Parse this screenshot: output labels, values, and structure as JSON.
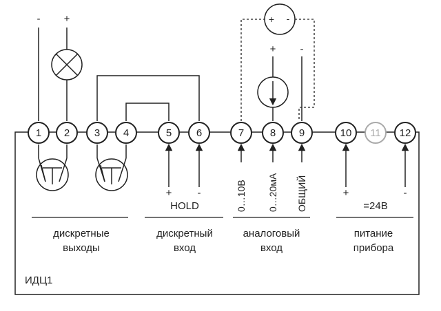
{
  "terminals": [
    {
      "label": "1",
      "active": true
    },
    {
      "label": "2",
      "active": true
    },
    {
      "label": "3",
      "active": true
    },
    {
      "label": "4",
      "active": true
    },
    {
      "label": "5",
      "active": true
    },
    {
      "label": "6",
      "active": true
    },
    {
      "label": "7",
      "active": true
    },
    {
      "label": "8",
      "active": true
    },
    {
      "label": "9",
      "active": true
    },
    {
      "label": "10",
      "active": true
    },
    {
      "label": "11",
      "active": false
    },
    {
      "label": "12",
      "active": true
    }
  ],
  "top_signs": {
    "lamp_minus": "-",
    "lamp_plus": "+",
    "source_plus": "+",
    "source_minus": "-"
  },
  "bottom_signs": {
    "hold_plus": "+",
    "hold_minus": "-",
    "power_plus": "+",
    "power_minus": "-"
  },
  "hold_label": "HOLD",
  "voltage_label": "0…10В",
  "current_label": "0…20мА",
  "common_label": "ОБЩИЙ",
  "power_label": "=24В",
  "groups": {
    "outputs": [
      "дискретные",
      "выходы"
    ],
    "input": [
      "дискретный",
      "вход"
    ],
    "analog": [
      "аналоговый",
      "вход"
    ],
    "power": [
      "питание",
      "прибора"
    ]
  },
  "device_label": "ИДЦ1",
  "voltmeter_symbol": "+ ○ -"
}
